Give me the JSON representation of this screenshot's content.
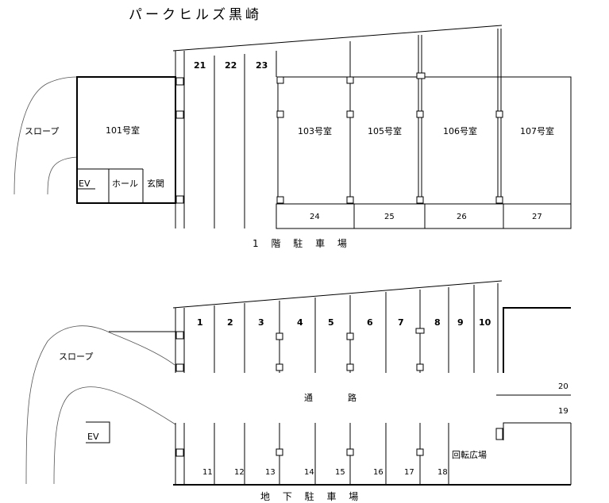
{
  "title": "パークヒルズ黒崎",
  "ground_floor": {
    "caption": "1 階 駐 車 場",
    "slope": "スロープ",
    "room_101": "101号室",
    "ev": "EV",
    "hall": "ホール",
    "entrance": "玄関",
    "rooms": [
      "103号室",
      "105号室",
      "106号室",
      "107号室"
    ],
    "top_spaces": [
      "21",
      "22",
      "23"
    ],
    "bottom_spaces": [
      "24",
      "25",
      "26",
      "27"
    ]
  },
  "basement": {
    "caption": "地 下 駐 車 場",
    "slope": "スロープ",
    "ev": "EV",
    "aisle": "通　　　　路",
    "turnaround": "回転広場",
    "top_spaces": [
      "1",
      "2",
      "3",
      "4",
      "5",
      "6",
      "7",
      "8",
      "9",
      "10"
    ],
    "right_spaces": [
      "20",
      "19"
    ],
    "bottom_spaces": [
      "11",
      "12",
      "13",
      "14",
      "15",
      "16",
      "17",
      "18"
    ]
  }
}
